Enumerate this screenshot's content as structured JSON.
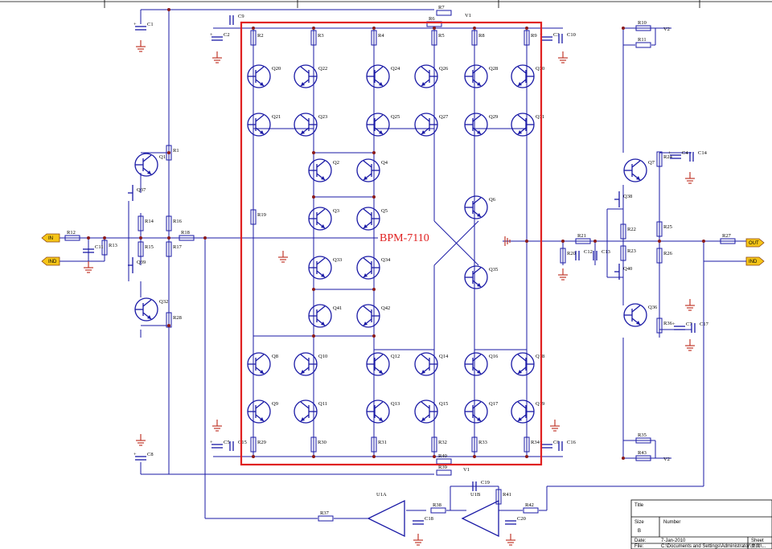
{
  "module_label": "BPM-7110",
  "ports": {
    "in": "IN",
    "ind_left": "IND",
    "out": "OUT",
    "ind_right": "IND"
  },
  "rails": {
    "v1": "V1",
    "v2": "V2"
  },
  "title_block": {
    "title": "Title",
    "size_label": "Size",
    "size_value": "B",
    "number_label": "Number",
    "date_label": "Date:",
    "date_value": "7-Jan-2010",
    "file_label": "File:",
    "file_value": "C:\\Documents and Settings\\Administrator\\桌面\\...",
    "sheet_label": "Sheet"
  },
  "opamps": {
    "u1a": "U1A",
    "u1b": "U1B"
  },
  "transistors": [
    {
      "id": "q20",
      "label": "Q20",
      "dir": "npn"
    },
    {
      "id": "q22",
      "label": "Q22",
      "dir": "pnp"
    },
    {
      "id": "q21",
      "label": "Q21",
      "dir": "npn"
    },
    {
      "id": "q23",
      "label": "Q23",
      "dir": "pnp"
    },
    {
      "id": "q24",
      "label": "Q24",
      "dir": "npn"
    },
    {
      "id": "q26",
      "label": "Q26",
      "dir": "pnp"
    },
    {
      "id": "q25",
      "label": "Q25",
      "dir": "npn"
    },
    {
      "id": "q27",
      "label": "Q27",
      "dir": "pnp"
    },
    {
      "id": "q28",
      "label": "Q28",
      "dir": "npn"
    },
    {
      "id": "q30",
      "label": "Q30",
      "dir": "pnp"
    },
    {
      "id": "q29",
      "label": "Q29",
      "dir": "npn"
    },
    {
      "id": "q31",
      "label": "Q31",
      "dir": "pnp"
    },
    {
      "id": "q2",
      "label": "Q2",
      "dir": "npn"
    },
    {
      "id": "q4",
      "label": "Q4",
      "dir": "pnp"
    },
    {
      "id": "q3",
      "label": "Q3",
      "dir": "npn"
    },
    {
      "id": "q5",
      "label": "Q5",
      "dir": "pnp"
    },
    {
      "id": "q33",
      "label": "Q33",
      "dir": "npn"
    },
    {
      "id": "q34",
      "label": "Q34",
      "dir": "pnp"
    },
    {
      "id": "q41",
      "label": "Q41",
      "dir": "npn"
    },
    {
      "id": "q42",
      "label": "Q42",
      "dir": "pnp"
    },
    {
      "id": "q8",
      "label": "Q8",
      "dir": "npn"
    },
    {
      "id": "q10",
      "label": "Q10",
      "dir": "pnp"
    },
    {
      "id": "q9",
      "label": "Q9",
      "dir": "npn"
    },
    {
      "id": "q11",
      "label": "Q11",
      "dir": "pnp"
    },
    {
      "id": "q12",
      "label": "Q12",
      "dir": "npn"
    },
    {
      "id": "q14",
      "label": "Q14",
      "dir": "pnp"
    },
    {
      "id": "q13",
      "label": "Q13",
      "dir": "npn"
    },
    {
      "id": "q15",
      "label": "Q15",
      "dir": "pnp"
    },
    {
      "id": "q16",
      "label": "Q16",
      "dir": "npn"
    },
    {
      "id": "q18",
      "label": "Q18",
      "dir": "pnp"
    },
    {
      "id": "q17",
      "label": "Q17",
      "dir": "npn"
    },
    {
      "id": "q19",
      "label": "Q19",
      "dir": "pnp"
    },
    {
      "id": "q6",
      "label": "Q6",
      "dir": "npn"
    },
    {
      "id": "q35",
      "label": "Q35",
      "dir": "npn"
    },
    {
      "id": "q1",
      "label": "Q1",
      "dir": "npn"
    },
    {
      "id": "q32",
      "label": "Q32",
      "dir": "npn"
    },
    {
      "id": "q7",
      "label": "Q7",
      "dir": "npn"
    },
    {
      "id": "q36",
      "label": "Q36",
      "dir": "npn"
    }
  ],
  "resistors": {
    "r1": "R1",
    "r2": "R2",
    "r3": "R3",
    "r4": "R4",
    "r5": "R5",
    "r6": "R6",
    "r7": "R7",
    "r8": "R8",
    "r9": "R9",
    "r10": "R10",
    "r11": "R11",
    "r12": "R12",
    "r13": "R13",
    "r14": "R14",
    "r15": "R15",
    "r16": "R16",
    "r17": "R17",
    "r18": "R18",
    "r19": "R19",
    "r20": "R20",
    "r21": "R21",
    "r22": "R22",
    "r23": "R23",
    "r24": "R24",
    "r25": "R25",
    "r26": "R26",
    "r27": "R27",
    "r28": "R28",
    "r29": "R29",
    "r30": "R30",
    "r31": "R31",
    "r32": "R32",
    "r33": "R33",
    "r34": "R34",
    "r35": "R35",
    "r36": "R36",
    "r37": "R37",
    "r38": "R38",
    "r39": "R39",
    "r40": "R40",
    "r41": "R41",
    "r42": "R42",
    "r43": "R43"
  },
  "capacitors": {
    "c1": "C1",
    "c2": "C2",
    "c3": "C3",
    "c4": "C4",
    "c5": "C5",
    "c6": "C6",
    "c7": "C7",
    "c8": "C8",
    "c9": "C9",
    "c10": "C10",
    "c11": "C11",
    "c12": "C12",
    "c13": "C13",
    "c14": "C14",
    "c15": "C15",
    "c16": "C16",
    "c17": "C17",
    "c18": "C18",
    "c19": "C19",
    "c20": "C20"
  },
  "fets": {
    "q37": "Q37",
    "q38": "Q38",
    "q39": "Q39",
    "q40": "Q40"
  }
}
